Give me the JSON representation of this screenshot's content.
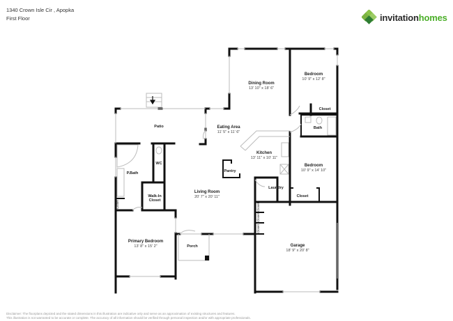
{
  "header": {
    "address": "1340 Crown Isle Cir , Apopka",
    "floor": "First Floor"
  },
  "brand": {
    "name_part1": "invitation",
    "name_part2": "homes",
    "logo_icon": "green-diamond-cluster-icon",
    "colors": {
      "primary_green": "#4caf2a",
      "dark_green": "#2e7d32",
      "text_dark": "#2b2b2b"
    }
  },
  "rooms": {
    "dining_room": {
      "name": "Dining Room",
      "dims": "13' 10\" x 18' 6\""
    },
    "bedroom_1": {
      "name": "Bedroom",
      "dims": "10' 9\" x 12' 8\""
    },
    "closet_1": {
      "name": "Closet"
    },
    "bath": {
      "name": "Bath"
    },
    "patio": {
      "name": "Patio"
    },
    "eating_area": {
      "name": "Eating Area",
      "dims": "11' 5\" x 11' 6\""
    },
    "kitchen": {
      "name": "Kitchen",
      "dims": "13' 11\" x 10' 11\""
    },
    "pantry": {
      "name": "Pantry"
    },
    "bedroom_2": {
      "name": "Bedroom",
      "dims": "10' 9\" x 14' 10\""
    },
    "wc": {
      "name": "WC"
    },
    "p_bath": {
      "name": "P.Bath"
    },
    "walk_in_closet": {
      "name_line1": "Walk-In",
      "name_line2": "Closet"
    },
    "closet_pbath": {
      "name": "Closet"
    },
    "laundry": {
      "name": "Laundry"
    },
    "closet_2": {
      "name": "Closet"
    },
    "living_room": {
      "name": "Living Room",
      "dims": "20' 7\" x 20' 11\""
    },
    "closet_a": {
      "name": "Closet"
    },
    "closet_b": {
      "name": "Closet"
    },
    "closet_c": {
      "name": "Closet"
    },
    "primary_bedroom": {
      "name": "Primary Bedroom",
      "dims": "13' 8\" x 15' 2\""
    },
    "porch": {
      "name": "Porch"
    },
    "garage": {
      "name": "Garage",
      "dims": "18' 9\" x 20' 8\""
    }
  },
  "footer": {
    "disclaimer_line1": "Disclaimer: The floorplans depicted and the stated dimensions in this illustration are indicative only and serve as an approximation of existing structures and features.",
    "disclaimer_line2": "This illustration is not warranted to be accurate or complete. The accuracy of all information should be verified through personal inspection and/or with appropriate professionals."
  }
}
